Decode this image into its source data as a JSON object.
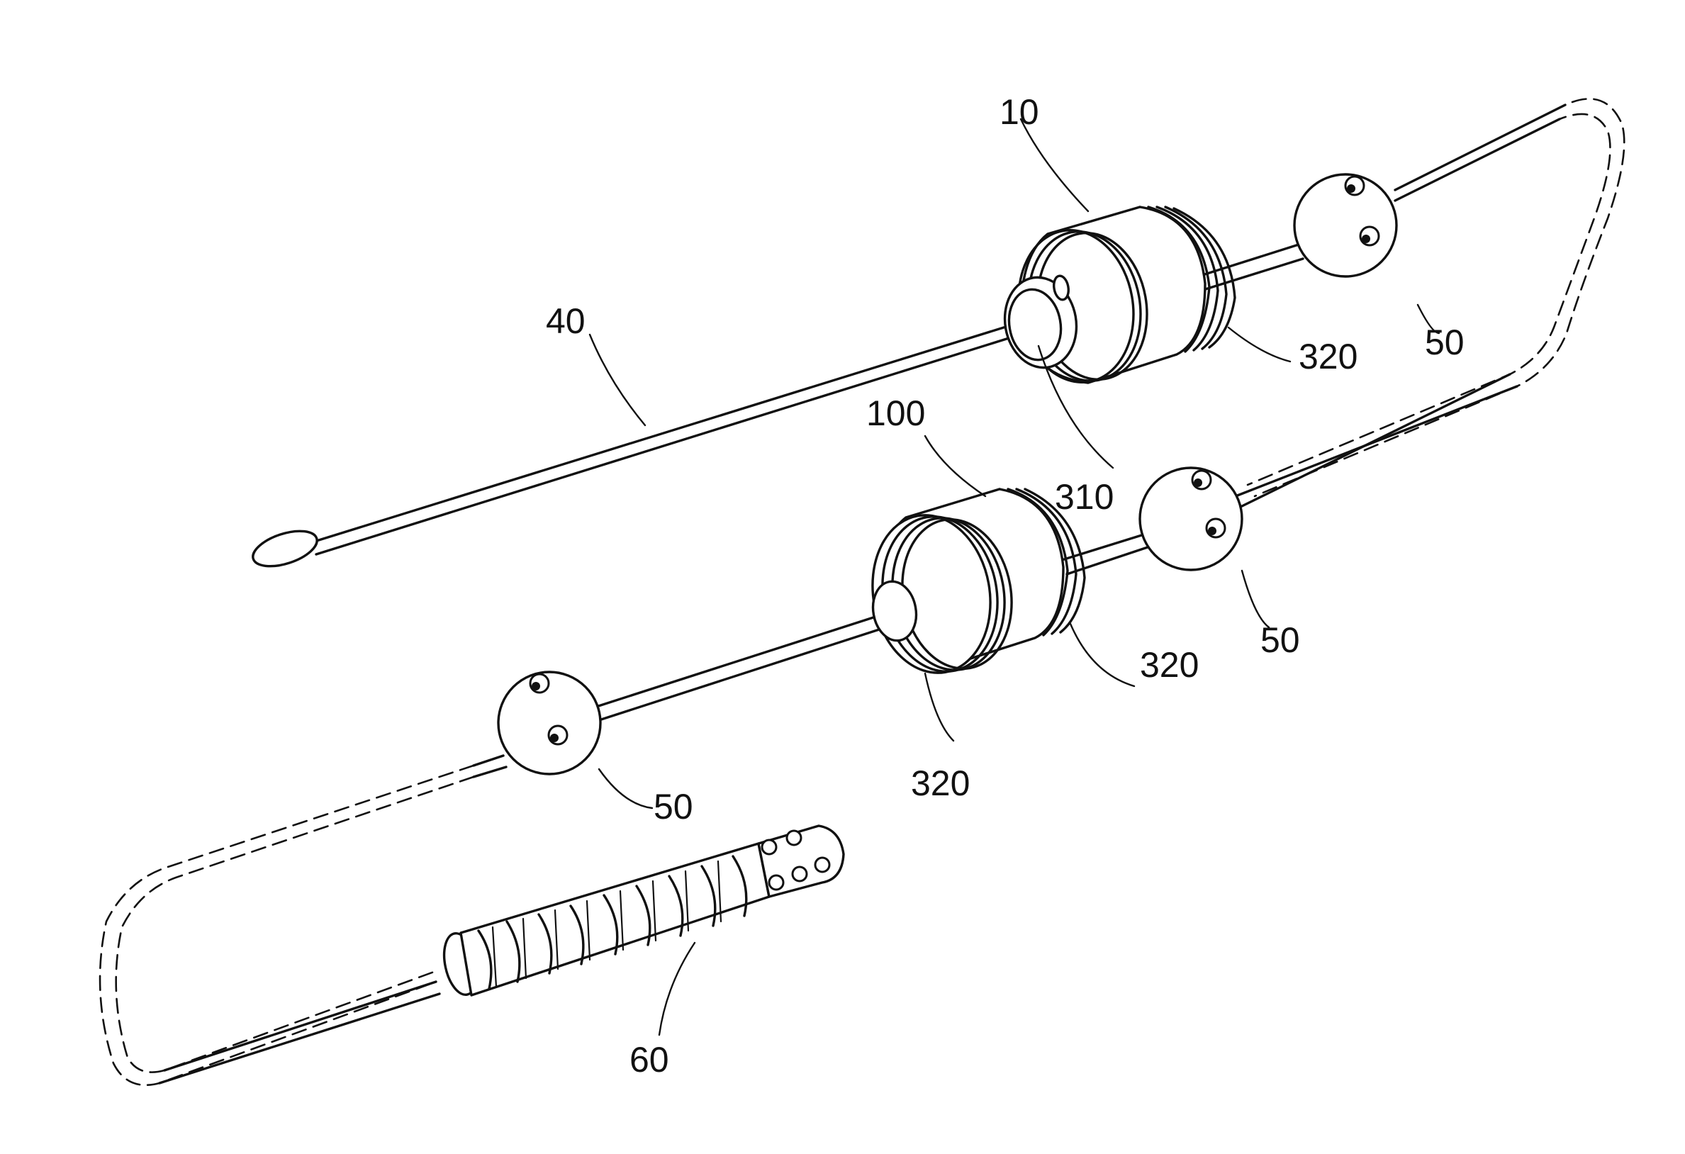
{
  "labels": {
    "device_top": "10",
    "device_bottom": "100",
    "needle": "40",
    "bead": "50",
    "screw": "60",
    "rear_ring": "320",
    "front_ring": "310"
  }
}
